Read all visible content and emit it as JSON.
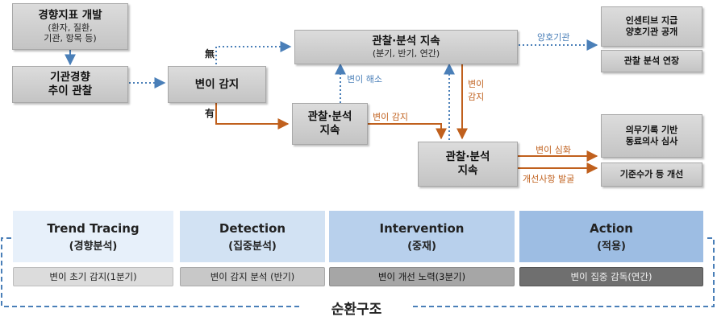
{
  "boxes": {
    "indicator": {
      "title": "경향지표 개발",
      "sub1": "(환자, 질환,",
      "sub2": "기관, 항목 등)"
    },
    "trend": {
      "line1": "기관경향",
      "line2": "추이 관찰"
    },
    "detect": {
      "label": "변이 감지"
    },
    "observe_top": {
      "title": "관찰·분석 지속",
      "sub": "(분기, 반기, 연간)"
    },
    "observe_mid": {
      "line1": "관찰·분석",
      "line2": "지속"
    },
    "observe_low": {
      "line1": "관찰·분석",
      "line2": "지속"
    },
    "out_incentive": {
      "line1": "인센티브 지급",
      "line2": "양호기관 공개"
    },
    "out_extend": {
      "label": "관찰 분석 연장"
    },
    "out_review": {
      "line1": "의무기록 기반",
      "line2": "동료의사 심사"
    },
    "out_improve": {
      "label": "기준수가 등 개선"
    }
  },
  "labels": {
    "none_hanja": "無",
    "have_hanja": "有",
    "good_institution": "양호기관",
    "variation_resolved": "변이 해소",
    "variation_detected": "변이 감지",
    "variation_detected_vertical": [
      "변이",
      "감지"
    ],
    "variation_deepened": "변이 심화",
    "improvement_found": "개선사항 발굴"
  },
  "phases": [
    {
      "en": "Trend Tracing",
      "ko": "(경향분석)",
      "sub": "변이 초기 감지(1분기)"
    },
    {
      "en": "Detection",
      "ko": "(집중분석)",
      "sub": "변이 감지 분석 (반기)"
    },
    {
      "en": "Intervention",
      "ko": "(중재)",
      "sub": "변이 개선 노력(3분기)"
    },
    {
      "en": "Action",
      "ko": "(적용)",
      "sub": "변이 집중 감독(연간)"
    }
  ],
  "cycle_label": "순환구조",
  "colors": {
    "blue_arrow": "#4a7fb8",
    "orange_arrow": "#c0601d",
    "phase_fills": [
      "#e7f0fa",
      "#d2e2f3",
      "#b8d0ec",
      "#9dbde3"
    ],
    "sub_fills": [
      "#dcdcdc",
      "#c8c8c8",
      "#a6a6a6",
      "#6f6f6f"
    ]
  }
}
